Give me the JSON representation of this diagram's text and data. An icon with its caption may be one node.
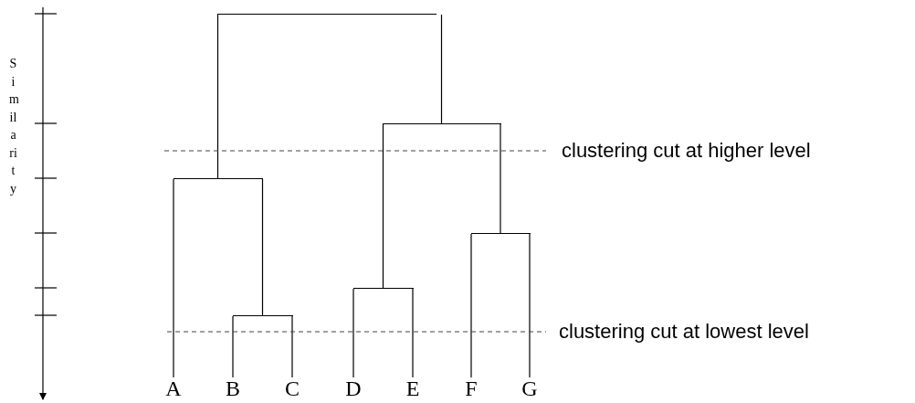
{
  "diagram": {
    "nodes": [
      {
        "text": [
          "A"
        ]
      },
      {
        "text": [
          "B"
        ]
      },
      {
        "text": [
          "C"
        ]
      },
      {
        "text": [
          "D"
        ]
      },
      {
        "text": [
          "E"
        ]
      },
      {
        "text": [
          "F"
        ]
      },
      {
        "text": [
          "G"
        ]
      },
      {
        "text": [],
        "shape": "bar"
      },
      {
        "text": [],
        "shape": "bar"
      },
      {
        "text": [],
        "shape": "bar"
      },
      {
        "text": [],
        "shape": "bar"
      },
      {
        "text": [],
        "shape": "bar"
      },
      {
        "text": [],
        "shape": "bar"
      }
    ],
    "edges": [
      {
        "from": 7,
        "to": 1,
        "arrow": "none"
      },
      {
        "from": 7,
        "to": 2,
        "arrow": "none"
      },
      {
        "from": 8,
        "to": 3,
        "arrow": "none"
      },
      {
        "from": 8,
        "to": 4,
        "arrow": "none"
      },
      {
        "from": 9,
        "to": 5,
        "arrow": "none"
      },
      {
        "from": 9,
        "to": 6,
        "arrow": "none"
      },
      {
        "from": 10,
        "to": 0,
        "arrow": "none"
      },
      {
        "from": 10,
        "to": 7,
        "arrow": "none"
      },
      {
        "from": 11,
        "to": 8,
        "arrow": "none"
      },
      {
        "from": 11,
        "to": 9,
        "arrow": "none"
      },
      {
        "from": 12,
        "to": 10,
        "arrow": "none"
      },
      {
        "from": 12,
        "to": 11,
        "arrow": "none"
      }
    ],
    "labels": [
      "Similarity",
      "clustering cut at higher level",
      "clustering cut at lowest level"
    ]
  }
}
